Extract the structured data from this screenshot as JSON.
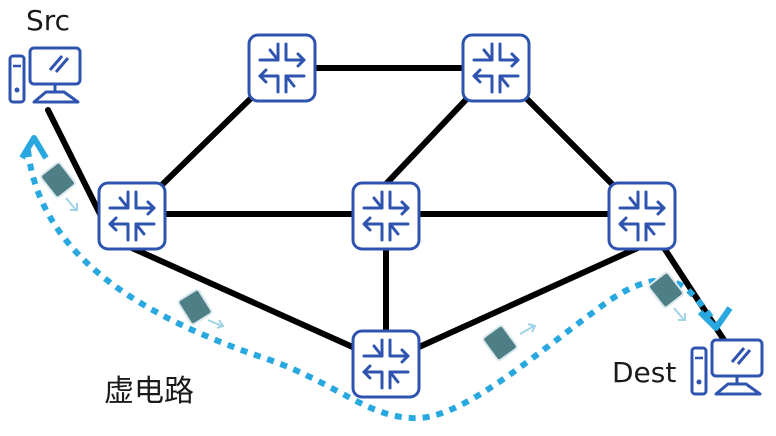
{
  "labels": {
    "src": "Src",
    "dest": "Dest",
    "virtual_circuit": "虚电路"
  },
  "colors": {
    "router_stroke": "#2f54b0",
    "link": "#000000",
    "path": "#29a8e0",
    "packet_fill": "#4e7f86",
    "packet_arrow": "#9fd3e6"
  },
  "icons": {
    "router": "router-icon",
    "host": "computer-icon",
    "packet": "packet-icon"
  }
}
